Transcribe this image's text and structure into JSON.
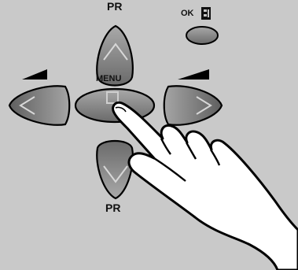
{
  "labels": {
    "pr_top": "PR",
    "ok": "OK",
    "menu": "MENU",
    "pr_bottom": "PR"
  },
  "colors": {
    "background": "#c9c9c9",
    "button": "#8e8e8e",
    "button_dark": "#5e5e5e",
    "outline": "#000000",
    "hand": "#ffffff"
  },
  "icons": {
    "ok": "teletext-page-icon",
    "volume": "volume-ramp-icon",
    "hand": "pointing-hand-icon"
  }
}
